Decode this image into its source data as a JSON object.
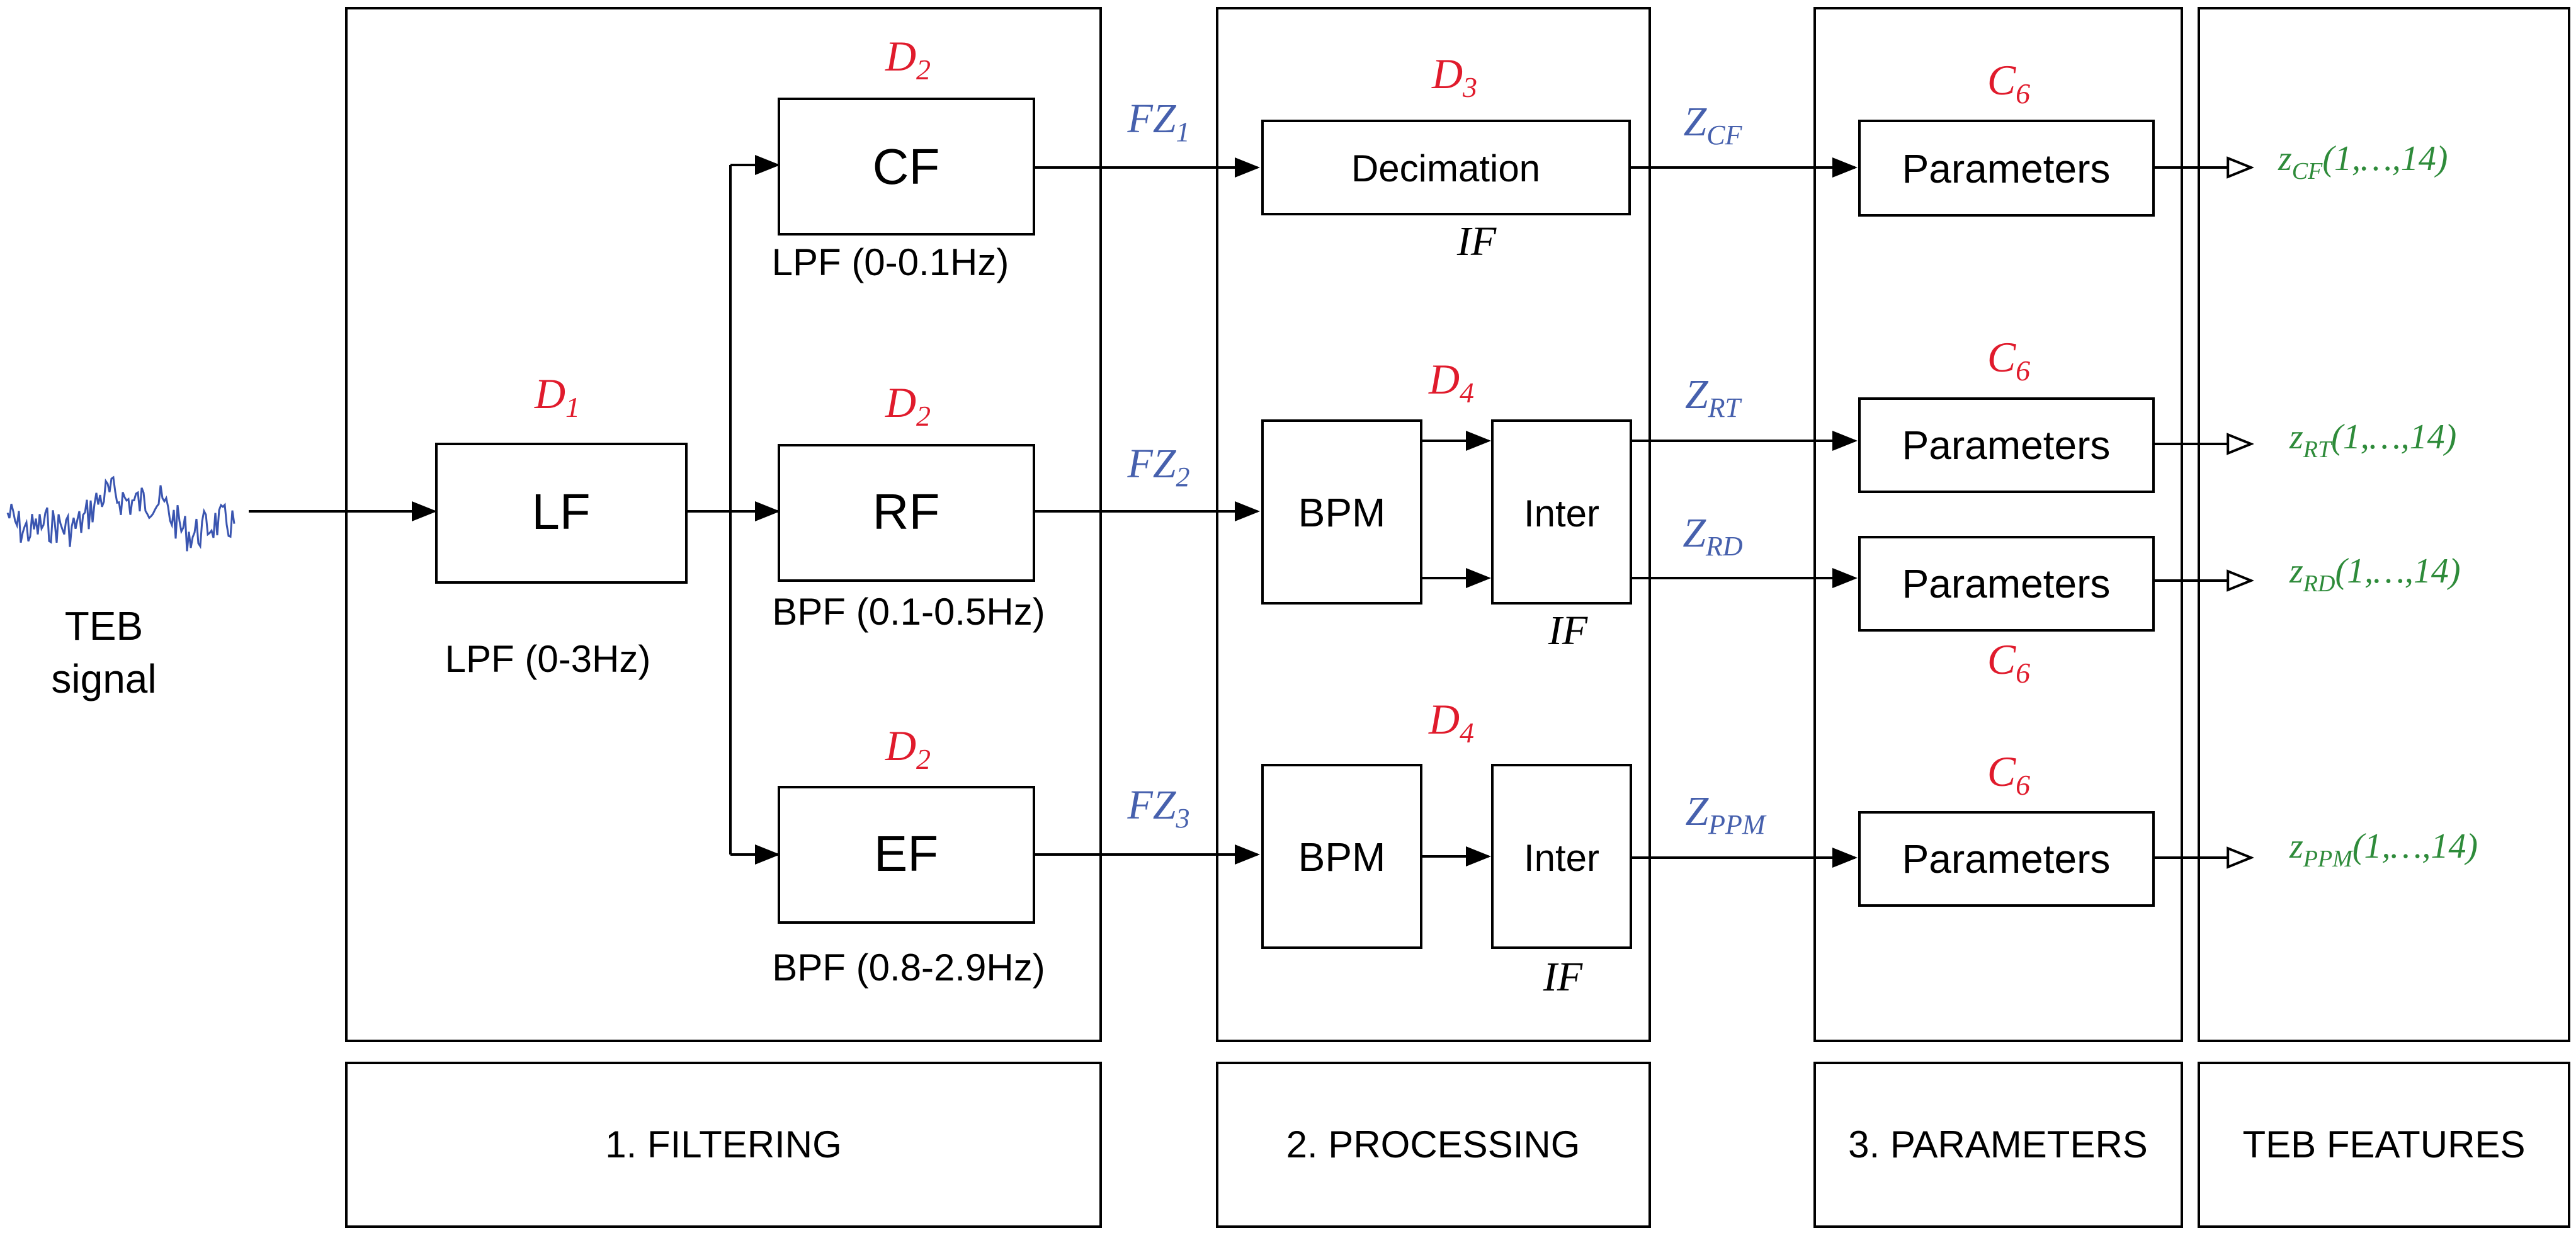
{
  "colors": {
    "design": "#e01b2c",
    "signal": "#4660ad",
    "feature": "#2e8b3a",
    "line": "#000000",
    "waveform": "#3a55b0"
  },
  "input": {
    "label_line1": "TEB",
    "label_line2": "signal"
  },
  "stages": {
    "filtering": "1. FILTERING",
    "processing": "2. PROCESSING",
    "parameters": "3. PARAMETERS",
    "features": "TEB FEATURES"
  },
  "filtering": {
    "lf": {
      "label": "LF",
      "design_main": "D",
      "design_sub": "1",
      "filter": "LPF (0-3Hz)"
    },
    "cf": {
      "label": "CF",
      "design_main": "D",
      "design_sub": "2",
      "filter": "LPF (0-0.1Hz)"
    },
    "rf": {
      "label": "RF",
      "design_main": "D",
      "design_sub": "2",
      "filter": "BPF (0.1-0.5Hz)"
    },
    "ef": {
      "label": "EF",
      "design_main": "D",
      "design_sub": "2",
      "filter": "BPF (0.8-2.9Hz)"
    }
  },
  "signals": {
    "fz1": {
      "main": "FZ",
      "sub": "1"
    },
    "fz2": {
      "main": "FZ",
      "sub": "2"
    },
    "fz3": {
      "main": "FZ",
      "sub": "3"
    },
    "zcf": {
      "main": "Z",
      "sub": "CF"
    },
    "zrt": {
      "main": "Z",
      "sub": "RT"
    },
    "zrd": {
      "main": "Z",
      "sub": "RD"
    },
    "zppm": {
      "main": "Z",
      "sub": "PPM"
    }
  },
  "processing": {
    "decimation": {
      "label": "Decimation",
      "design_main": "D",
      "design_sub": "3",
      "method": "IF"
    },
    "bpm_rf": {
      "label": "BPM"
    },
    "inter_rf": {
      "label": "Inter",
      "method": "IF"
    },
    "rf_design_main": "D",
    "rf_design_sub": "4",
    "bpm_ef": {
      "label": "BPM"
    },
    "inter_ef": {
      "label": "Inter",
      "method": "IF"
    },
    "ef_design_main": "D",
    "ef_design_sub": "4"
  },
  "parameters": {
    "label": "Parameters",
    "design_main": "C",
    "design_sub": "6"
  },
  "features": {
    "cf": {
      "main": "z",
      "sub": "CF",
      "range": "(1,…,14)"
    },
    "rt": {
      "main": "z",
      "sub": "RT",
      "range": "(1,…,14)"
    },
    "rd": {
      "main": "z",
      "sub": "RD",
      "range": "(1,…,14)"
    },
    "ppm": {
      "main": "z",
      "sub": "PPM",
      "range": "(1,…,14)"
    }
  }
}
